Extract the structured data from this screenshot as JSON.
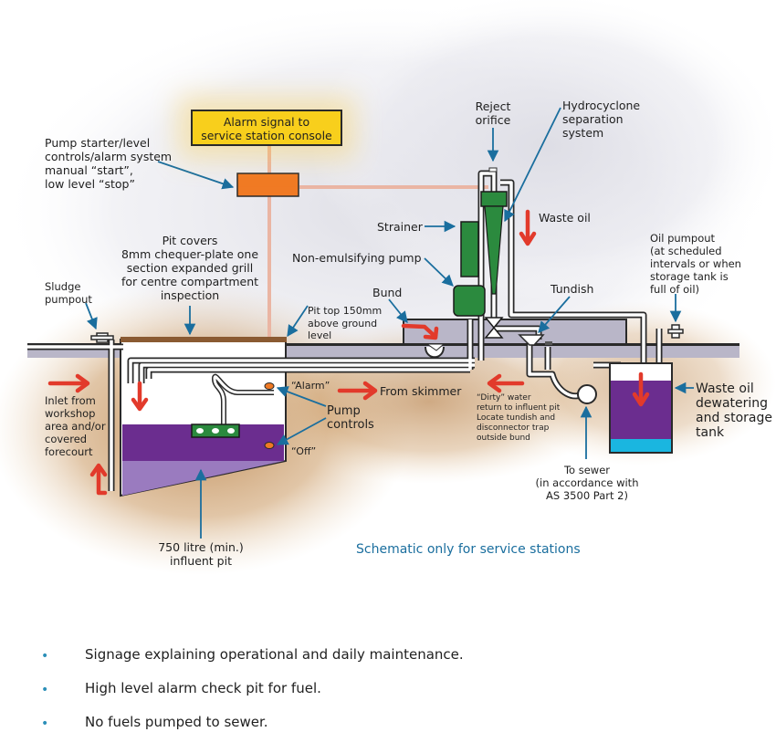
{
  "title_box": {
    "line1": "Alarm signal to",
    "line2": "service station console"
  },
  "labels": {
    "pump_starter": [
      "Pump starter/level",
      "controls/alarm system",
      "manual “start”,",
      "low level “stop”"
    ],
    "pit_covers": [
      "Pit covers",
      "8mm chequer-plate one",
      "section expanded grill",
      "for centre compartment",
      "inspection"
    ],
    "sludge_pumpout": [
      "Sludge",
      "pumpout"
    ],
    "pit_top": [
      "Pit top 150mm",
      "above ground",
      "level"
    ],
    "reject_orifice": [
      "Reject",
      "orifice"
    ],
    "hydrocyclone": [
      "Hydrocyclone",
      "separation",
      "system"
    ],
    "strainer": "Strainer",
    "non_emulsifying_pump": "Non-emulsifying pump",
    "bund": "Bund",
    "waste_oil": "Waste oil",
    "tundish": "Tundish",
    "oil_pumpout": [
      "Oil pumpout",
      "(at scheduled",
      "intervals or when",
      "storage tank is",
      "full of oil)"
    ],
    "inlet": [
      "Inlet from",
      "workshop",
      "area and/or",
      "covered",
      "forecourt"
    ],
    "alarm_level": "“Alarm”",
    "off_level": "“Off”",
    "pump_controls": [
      "Pump",
      "controls"
    ],
    "from_skimmer": "From skimmer",
    "dirty_water": [
      "“Dirty” water",
      "return to influent pit",
      "Locate tundish and",
      "disconnector trap",
      "outside bund"
    ],
    "waste_oil_tank": [
      "Waste oil",
      "dewatering",
      "and storage",
      "tank"
    ],
    "to_sewer": [
      "To sewer",
      "(in accordance with",
      "AS 3500 Part 2)"
    ],
    "influent_pit": [
      "750 litre (min.)",
      "influent pit"
    ]
  },
  "caption": "Schematic only for service stations",
  "bullets": [
    "Signage explaining operational and daily maintenance.",
    "High level alarm check pit for fuel.",
    "No fuels pumped to sewer."
  ],
  "colors": {
    "alarm_box": "#f8cf1c",
    "controller": "#f07a24",
    "signal_line": "#eab5a3",
    "equipment_green": "#2b8a3e",
    "liquid_purple": "#6b2d8f",
    "sludge_purple": "#9a7bbf",
    "water_cyan": "#1ab6e0",
    "flow_arrow": "#e23a2b",
    "callout_arrow": "#1a6e9e",
    "ground": "#c08a55",
    "concrete": "#b9b6c8"
  }
}
